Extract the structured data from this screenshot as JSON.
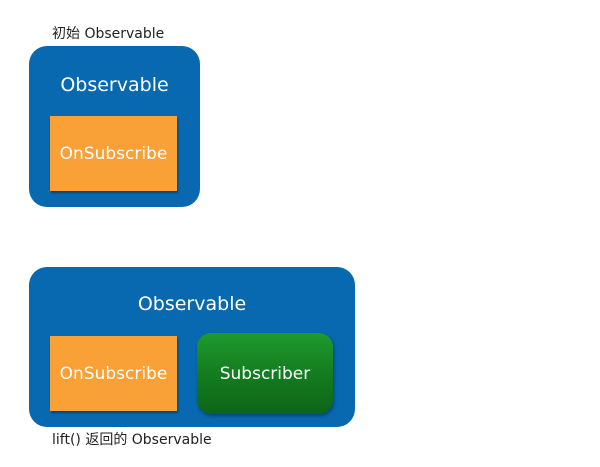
{
  "colors": {
    "observable": "#0868b0",
    "on_subscribe": "#f9a037",
    "subscriber": "#168025"
  },
  "diagram1": {
    "caption": "初始 Observable",
    "observable_label": "Observable",
    "on_subscribe_label": "OnSubscribe"
  },
  "diagram2": {
    "caption": "lift() 返回的 Observable",
    "observable_label": "Observable",
    "on_subscribe_label": "OnSubscribe",
    "subscriber_label": "Subscriber"
  }
}
